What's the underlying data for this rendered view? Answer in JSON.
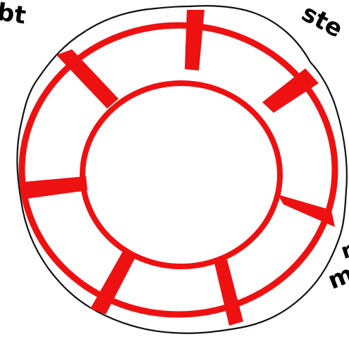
{
  "figure": {
    "word_fragments": {
      "top_left": "bt",
      "top_right": "ste",
      "bottom_right_upper": "r",
      "bottom_right_lower": "m"
    },
    "colors": {
      "ring": "#ee1111",
      "outline": "#111111",
      "background": "#ffffff",
      "text": "#000000"
    },
    "spoke_count": 8
  }
}
